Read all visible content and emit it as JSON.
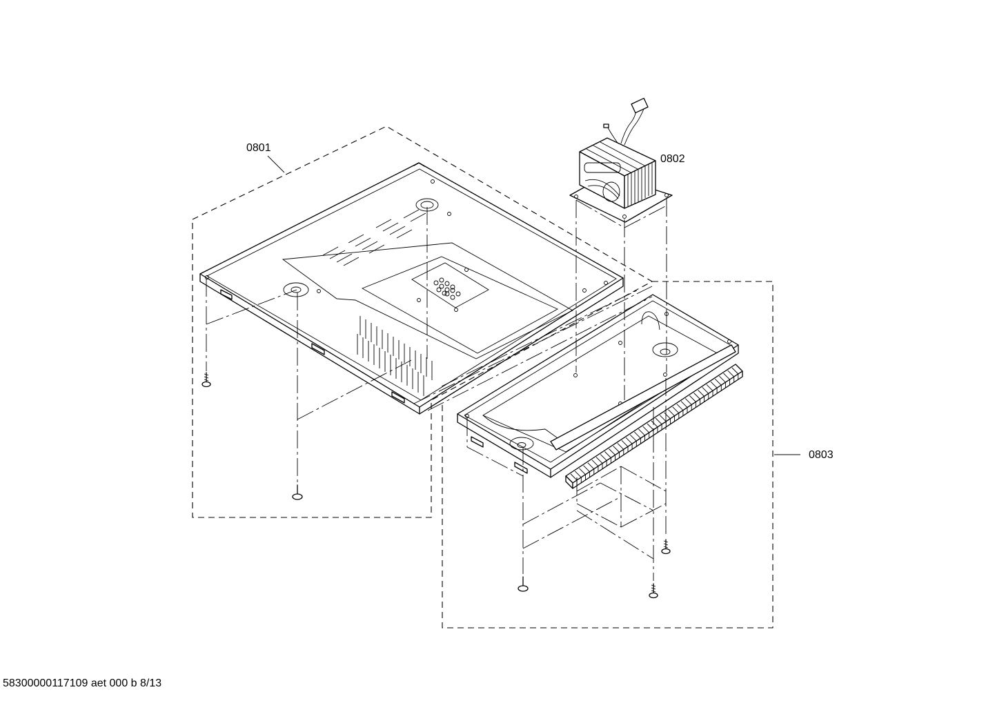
{
  "callouts": {
    "part_0801": "0801",
    "part_0802": "0802",
    "part_0803": "0803"
  },
  "footer": {
    "doc_ref": "58300000117109 aet 000 b 8/13"
  }
}
